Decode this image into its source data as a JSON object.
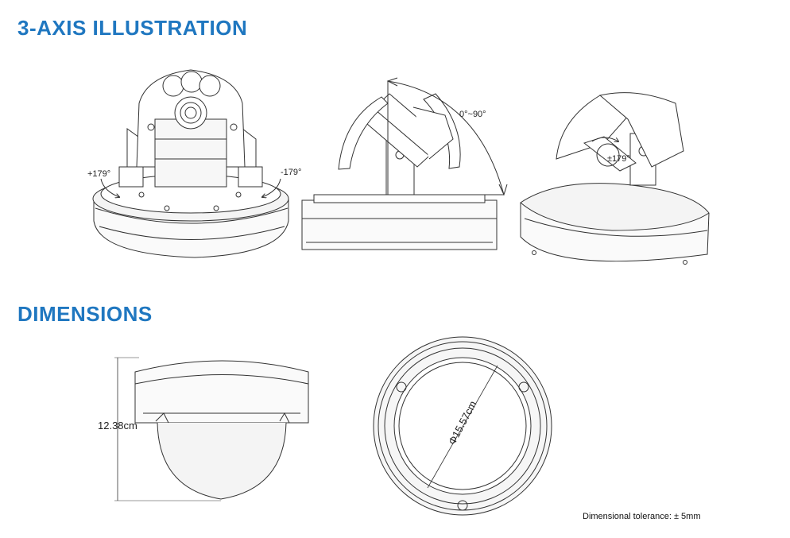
{
  "sections": {
    "axis_title": "3-AXIS ILLUSTRATION",
    "dimensions_title": "DIMENSIONS"
  },
  "axis_labels": {
    "pan_plus": "+179°",
    "pan_minus": "-179°",
    "tilt": "0°~90°",
    "rotate": "±179°"
  },
  "dimension_labels": {
    "height": "12.38cm",
    "diameter": "Φ15.57cm",
    "tolerance": "Dimensional tolerance: ± 5mm"
  },
  "colors": {
    "heading": "#1f77c0",
    "line": "#333333",
    "fill_light": "#f6f6f6"
  }
}
